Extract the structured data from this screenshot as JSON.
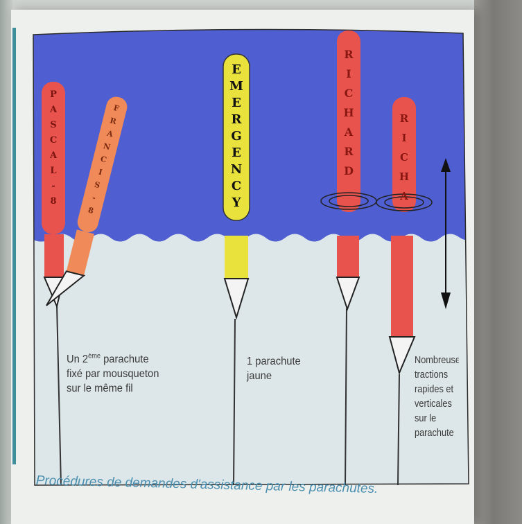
{
  "parachutes": {
    "left_1": {
      "letters": [
        "P",
        "A",
        "S",
        "C",
        "A",
        "L",
        "-",
        "8"
      ]
    },
    "left_2": {
      "letters": [
        "F",
        "R",
        "A",
        "N",
        "C",
        "I",
        "S",
        "-",
        "8"
      ]
    },
    "emergency": {
      "letters": [
        "E",
        "M",
        "E",
        "R",
        "G",
        "E",
        "N",
        "C",
        "Y"
      ]
    },
    "richard_1": {
      "letters": [
        "R",
        "I",
        "C",
        "H",
        "A",
        "R",
        "D"
      ]
    },
    "richard_2": {
      "letters": [
        "R",
        "I",
        "C",
        "H",
        "A"
      ]
    }
  },
  "labels": {
    "second_parachute": {
      "line1_pre": "Un 2",
      "line1_sup": "ème",
      "line1_post": " parachute",
      "line2": "fixé par mousqueton",
      "line3": "sur le même fil"
    },
    "yellow": {
      "line1": "1 parachute",
      "line2": "jaune"
    },
    "traction": {
      "lines": [
        "Nombreuses",
        "tractions",
        "rapides et",
        "verticales",
        "sur le",
        "parachute"
      ]
    }
  },
  "caption": "Procédures de demandes d'assistance par les parachutes.",
  "colors": {
    "sea": "#4f5ed1",
    "underwater": "#dde6e8",
    "red_buoy": "#e8544d",
    "orange_buoy": "#f08a58",
    "yellow_buoy": "#e9e23c",
    "caption": "#4a8fb0"
  }
}
